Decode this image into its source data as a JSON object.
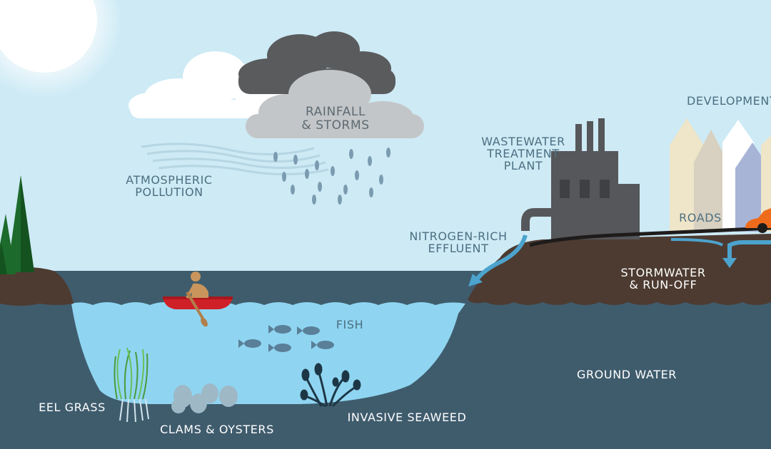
{
  "labels": {
    "rainfall": "RAINFALL\n& STORMS",
    "atmospheric": "ATMOSPHERIC\nPOLLUTION",
    "wastewater": "WASTEWATER\nTREATMENT\nPLANT",
    "development": "DEVELOPMENT",
    "roads": "ROADS",
    "nitrogen": "NITROGEN-RICH\nEFFLUENT",
    "stormwater": "STORMWATER\n& RUN-OFF",
    "fish": "FISH",
    "ground_water": "GROUND WATER",
    "eel_grass": "EEL GRASS",
    "clams": "CLAMS & OYSTERS",
    "seaweed": "INVASIVE SEAWEED"
  },
  "colors": {
    "sky": "#cdeaf5",
    "water": "#8fd5f1",
    "ground_water": "#3f5c6d",
    "land": "#4d3b31",
    "cloud_dark": "#595b5d",
    "cloud_grey": "#c3c6c8",
    "factory": "#56575a",
    "label": "#4d6f82",
    "boat": "#cf2027",
    "car": "#ee6b1c",
    "tree": "#1d6b2c"
  }
}
